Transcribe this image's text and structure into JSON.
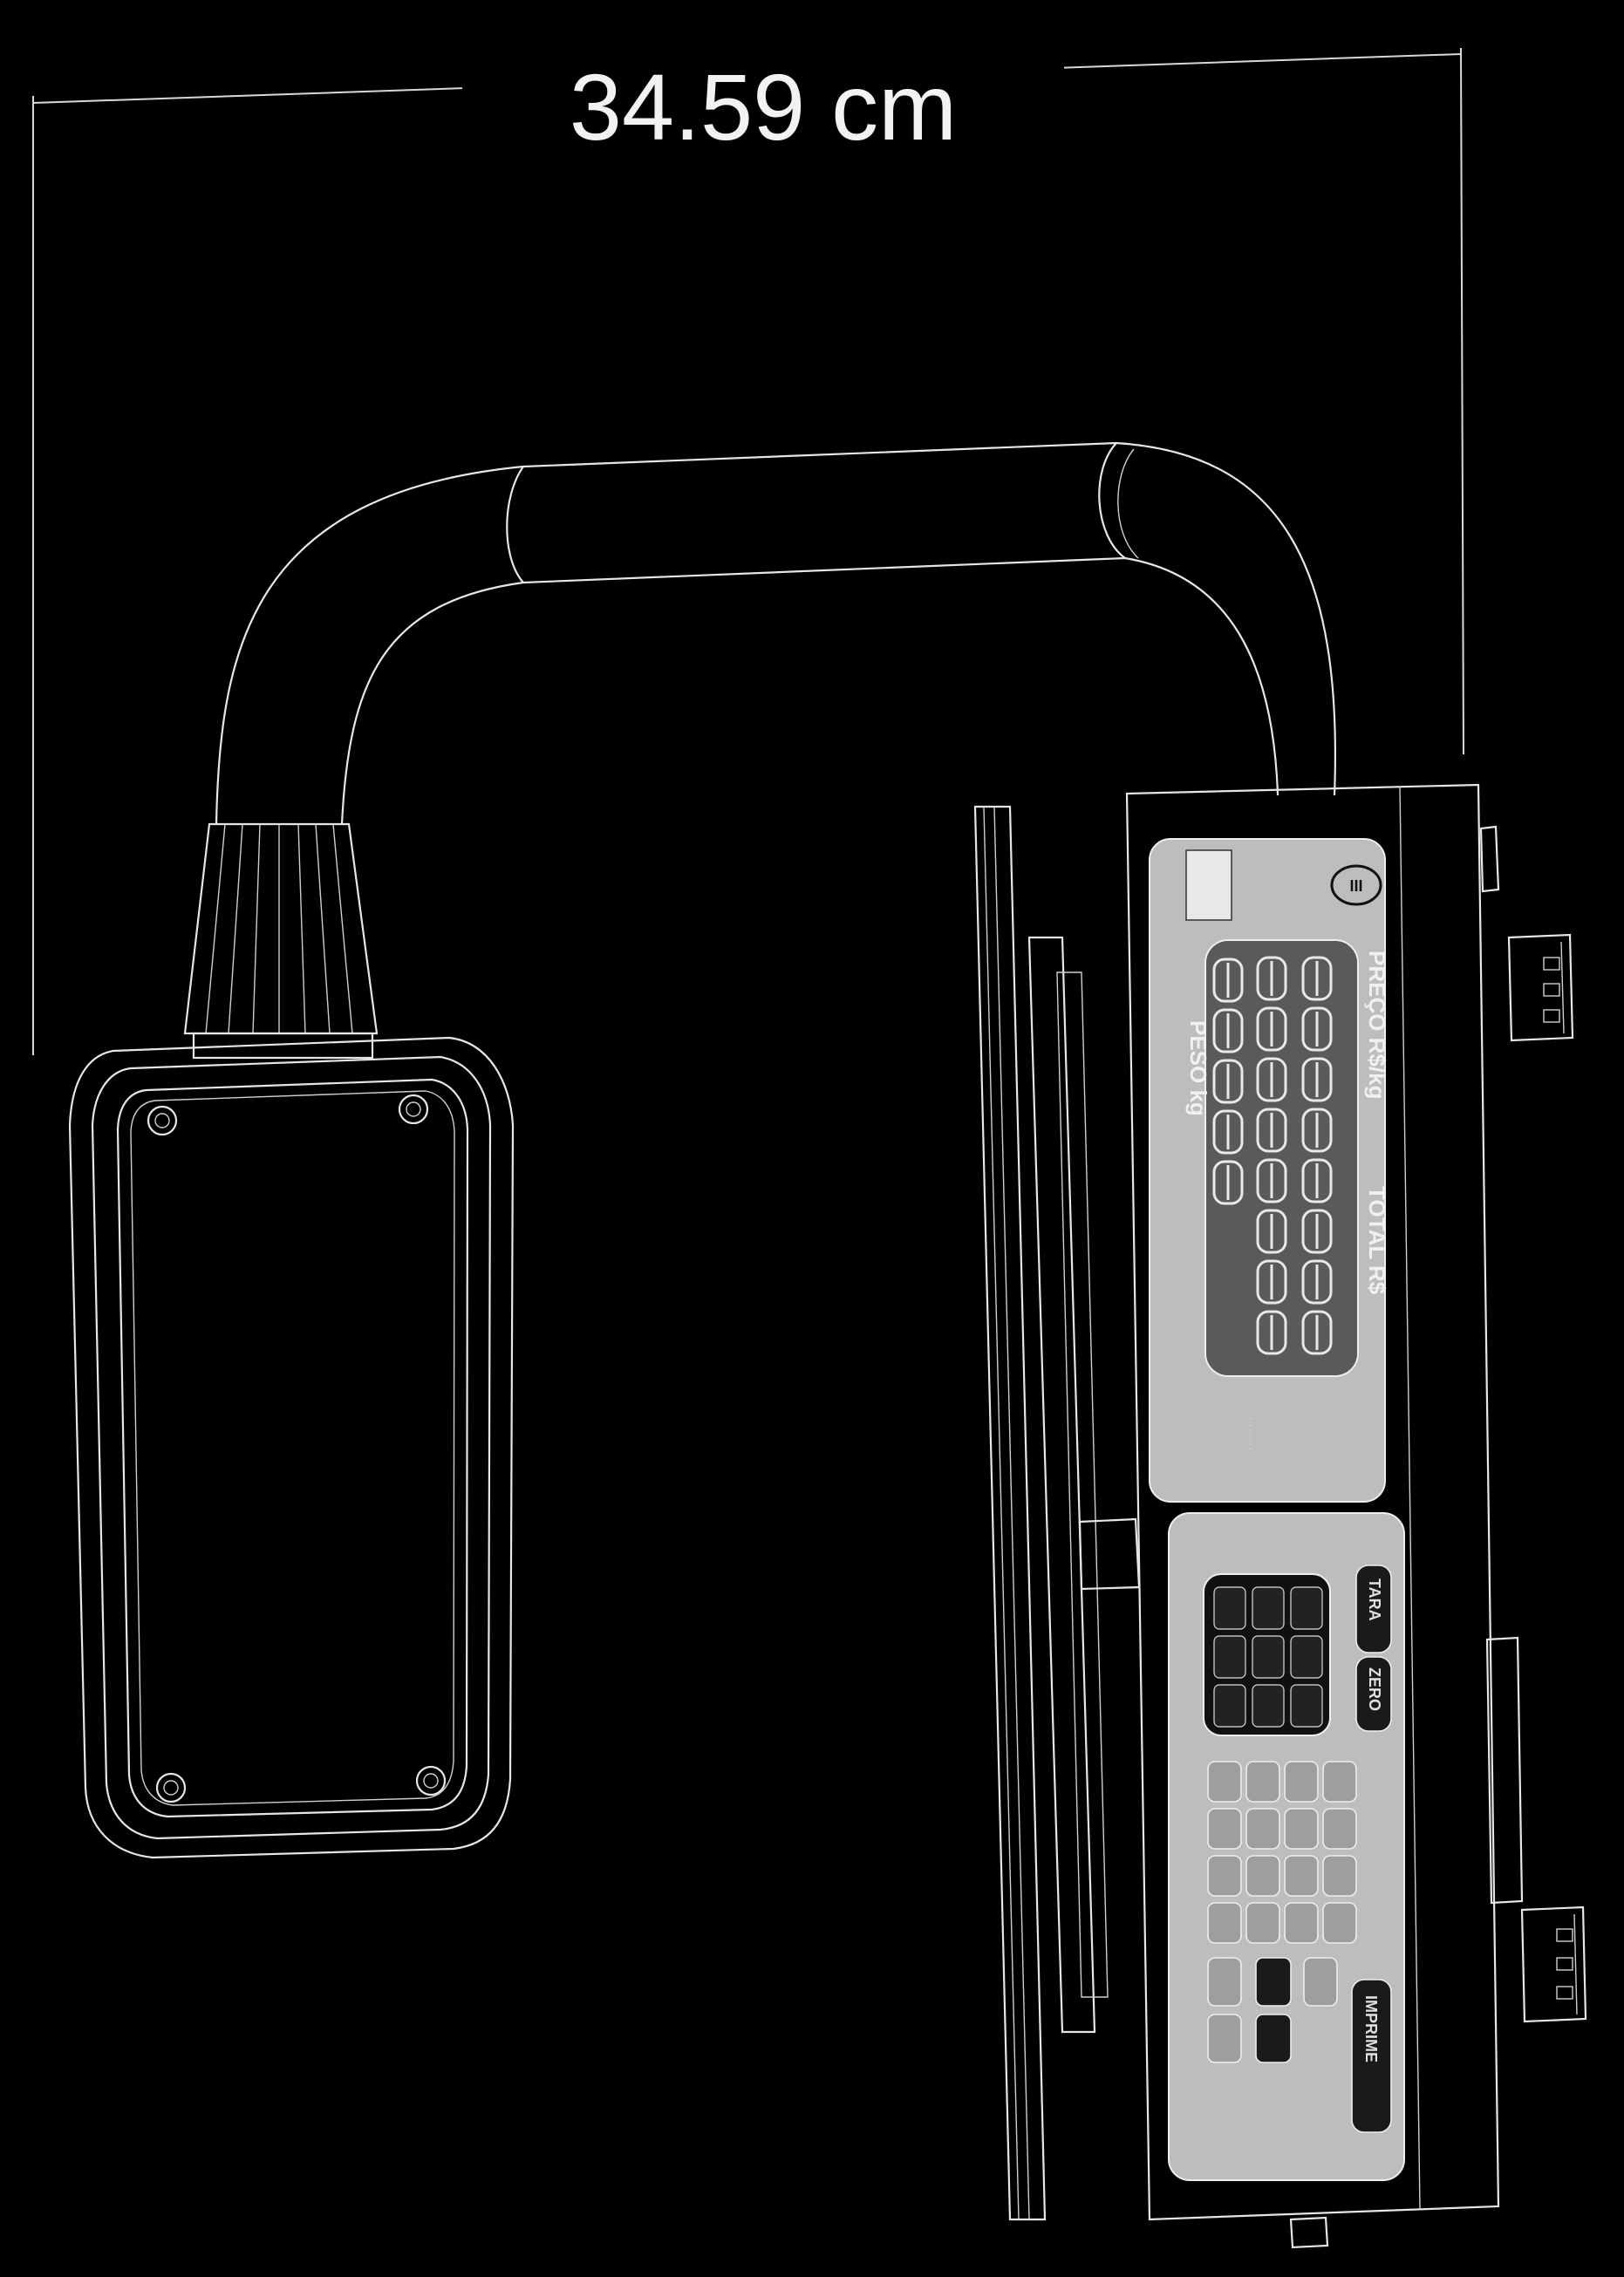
{
  "drawing": {
    "dimension_label": "34.59 cm",
    "display": {
      "weight_label": "PESO kg",
      "price_label": "PREÇO R$/kg",
      "total_label": "TOTAL R$",
      "class_mark": "III"
    },
    "keypad": {
      "function_keys": [
        "TARA",
        "ZERO",
        "IMPRIME"
      ]
    }
  }
}
